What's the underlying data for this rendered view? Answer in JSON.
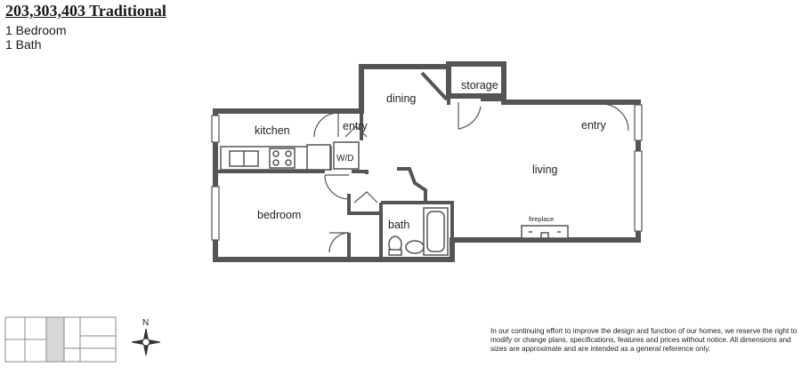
{
  "header": {
    "title": "203,303,403 Traditional",
    "bedrooms": "1 Bedroom",
    "baths": "1 Bath"
  },
  "rooms": {
    "dining": "dining",
    "storage": "storage",
    "kitchen": "kitchen",
    "entry_left": "entry",
    "entry_right": "entry",
    "living": "living",
    "wd": "W/D",
    "bedroom": "bedroom",
    "bath": "bath",
    "fireplace": "fireplace"
  },
  "compass": {
    "north": "N"
  },
  "disclaimer": "In our continuing effort to improve the design and function of our homes, we reserve the right to modify or change plans, specifications, features and prices without notice. All dimensions and sizes are approximate and are intended as a general reference only."
}
